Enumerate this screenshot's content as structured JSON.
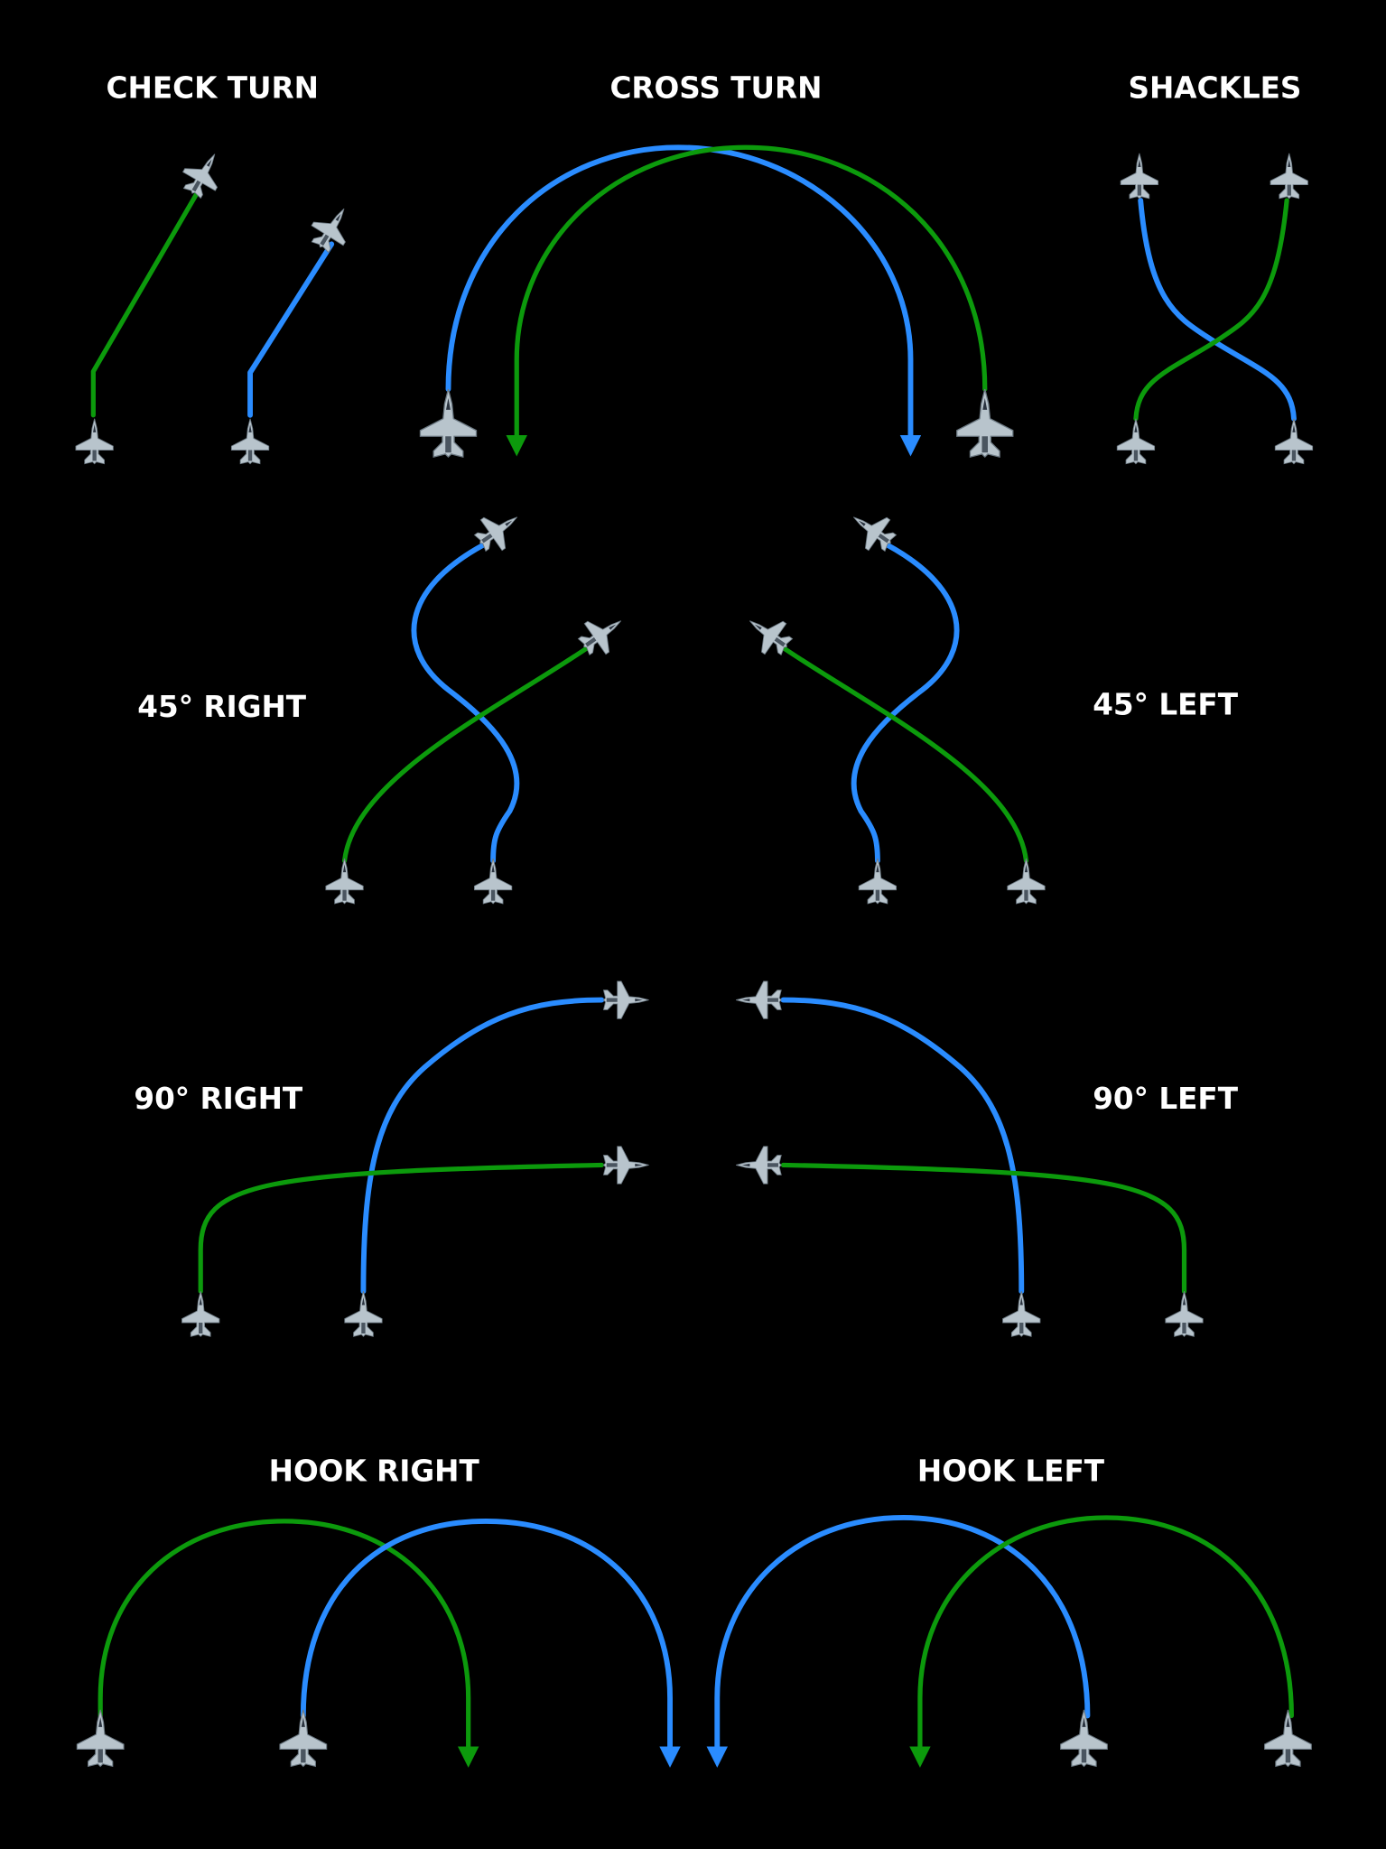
{
  "colors": {
    "blue_path": "#2a8cff",
    "green_path": "#0c9a0c",
    "background": "#000000",
    "jet": "#b8c4cc"
  },
  "labels": {
    "check_turn": "CHECK TURN",
    "cross_turn": "CROSS TURN",
    "shackles": "SHACKLES",
    "right_45": "45° RIGHT",
    "left_45": "45° LEFT",
    "right_90": "90° RIGHT",
    "left_90": "90° LEFT",
    "hook_right": "HOOK RIGHT",
    "hook_left": "HOOK LEFT"
  }
}
